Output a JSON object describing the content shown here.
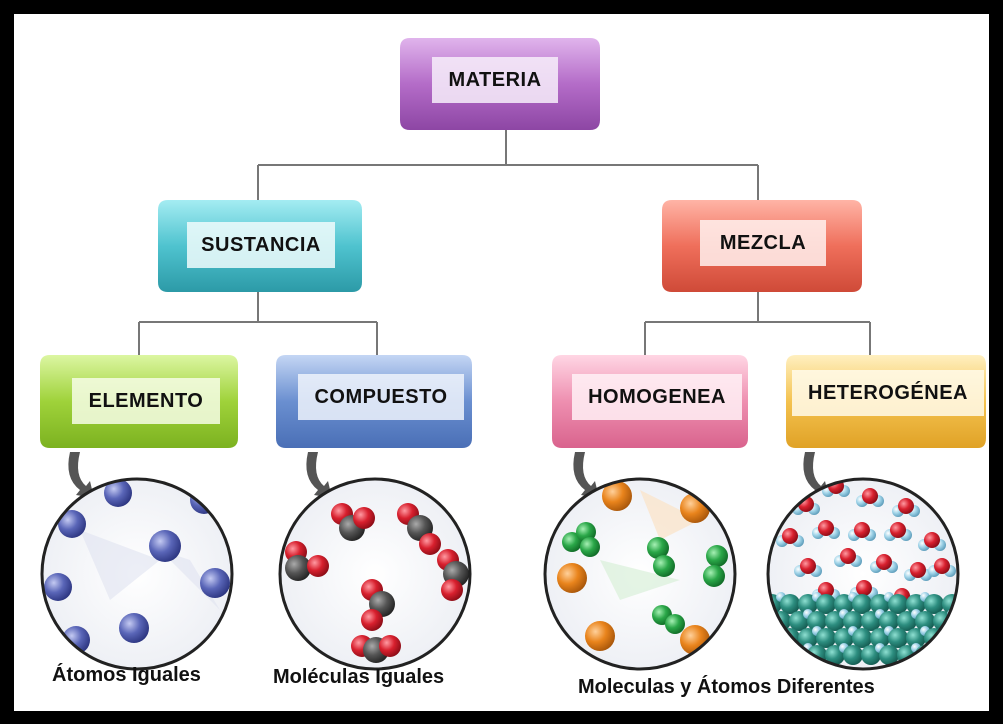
{
  "nodes": {
    "materia": "MATERIA",
    "sustancia": "SUSTANCIA",
    "mezcla": "MEZCLA",
    "elemento": "ELEMENTO",
    "compuesto": "COMPUESTO",
    "homogenea": "HOMOGENEA",
    "heterogenea": "HETEROGÉNEA"
  },
  "captions": {
    "atomos": "Átomos Iguales",
    "moleculas": "Moléculas Iguales",
    "mezcla": "Moleculas y Átomos Diferentes"
  },
  "colors": {
    "materia": "#b46cc8",
    "sustancia": "#4fc3cf",
    "mezcla": "#ef6f5b",
    "elemento": "#9fd23a",
    "compuesto": "#6a8fd0",
    "homogenea": "#ee8fb0",
    "heterogenea": "#f4c24f",
    "atom_blue": "#5a66b8",
    "atom_red": "#d8202e",
    "atom_gray": "#555555",
    "atom_orange": "#e9841c",
    "atom_green": "#2aa748",
    "atom_teal": "#2d8e80",
    "atom_lightblue": "#9fd3e8"
  },
  "icons": [
    "curved-arrow-icon"
  ]
}
